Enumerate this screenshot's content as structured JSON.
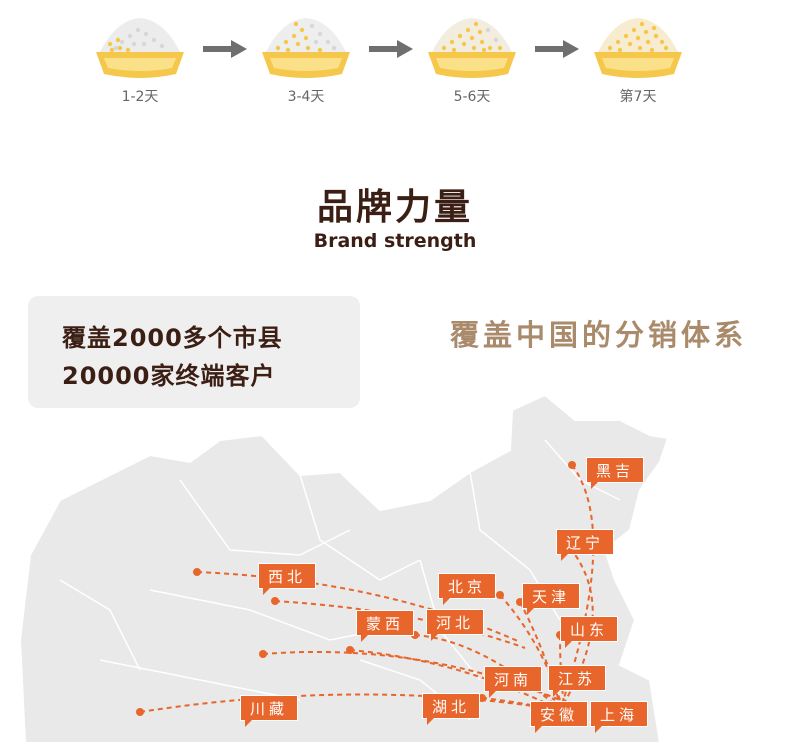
{
  "process": {
    "steps": [
      {
        "label": "1-2天",
        "fill": 0.2
      },
      {
        "label": "3-4天",
        "fill": 0.5
      },
      {
        "label": "5-6天",
        "fill": 0.8
      },
      {
        "label": "第7天",
        "fill": 1.0
      }
    ]
  },
  "brand": {
    "title_cn": "品牌力量",
    "title_en": "Brand strength"
  },
  "coverage": {
    "line1": "覆盖2000多个市县",
    "line2": "20000家终端客户"
  },
  "distribution": {
    "title": "覆盖中国的分销体系",
    "regions": [
      "黑吉",
      "辽宁",
      "西北",
      "北京",
      "天津",
      "蒙西",
      "河北",
      "山东",
      "河南",
      "江苏",
      "湖北",
      "安徽",
      "上海",
      "川藏"
    ]
  },
  "colors": {
    "accent": "#e8652b",
    "heading": "#3b1f14",
    "subheading": "#a98a6b",
    "bowl": "#f5c84c",
    "map": "#e9e9e9",
    "arrow": "#6f6f6f"
  },
  "icons": {
    "bowl": "food-bowl-icon",
    "arrow": "right-arrow-icon"
  }
}
